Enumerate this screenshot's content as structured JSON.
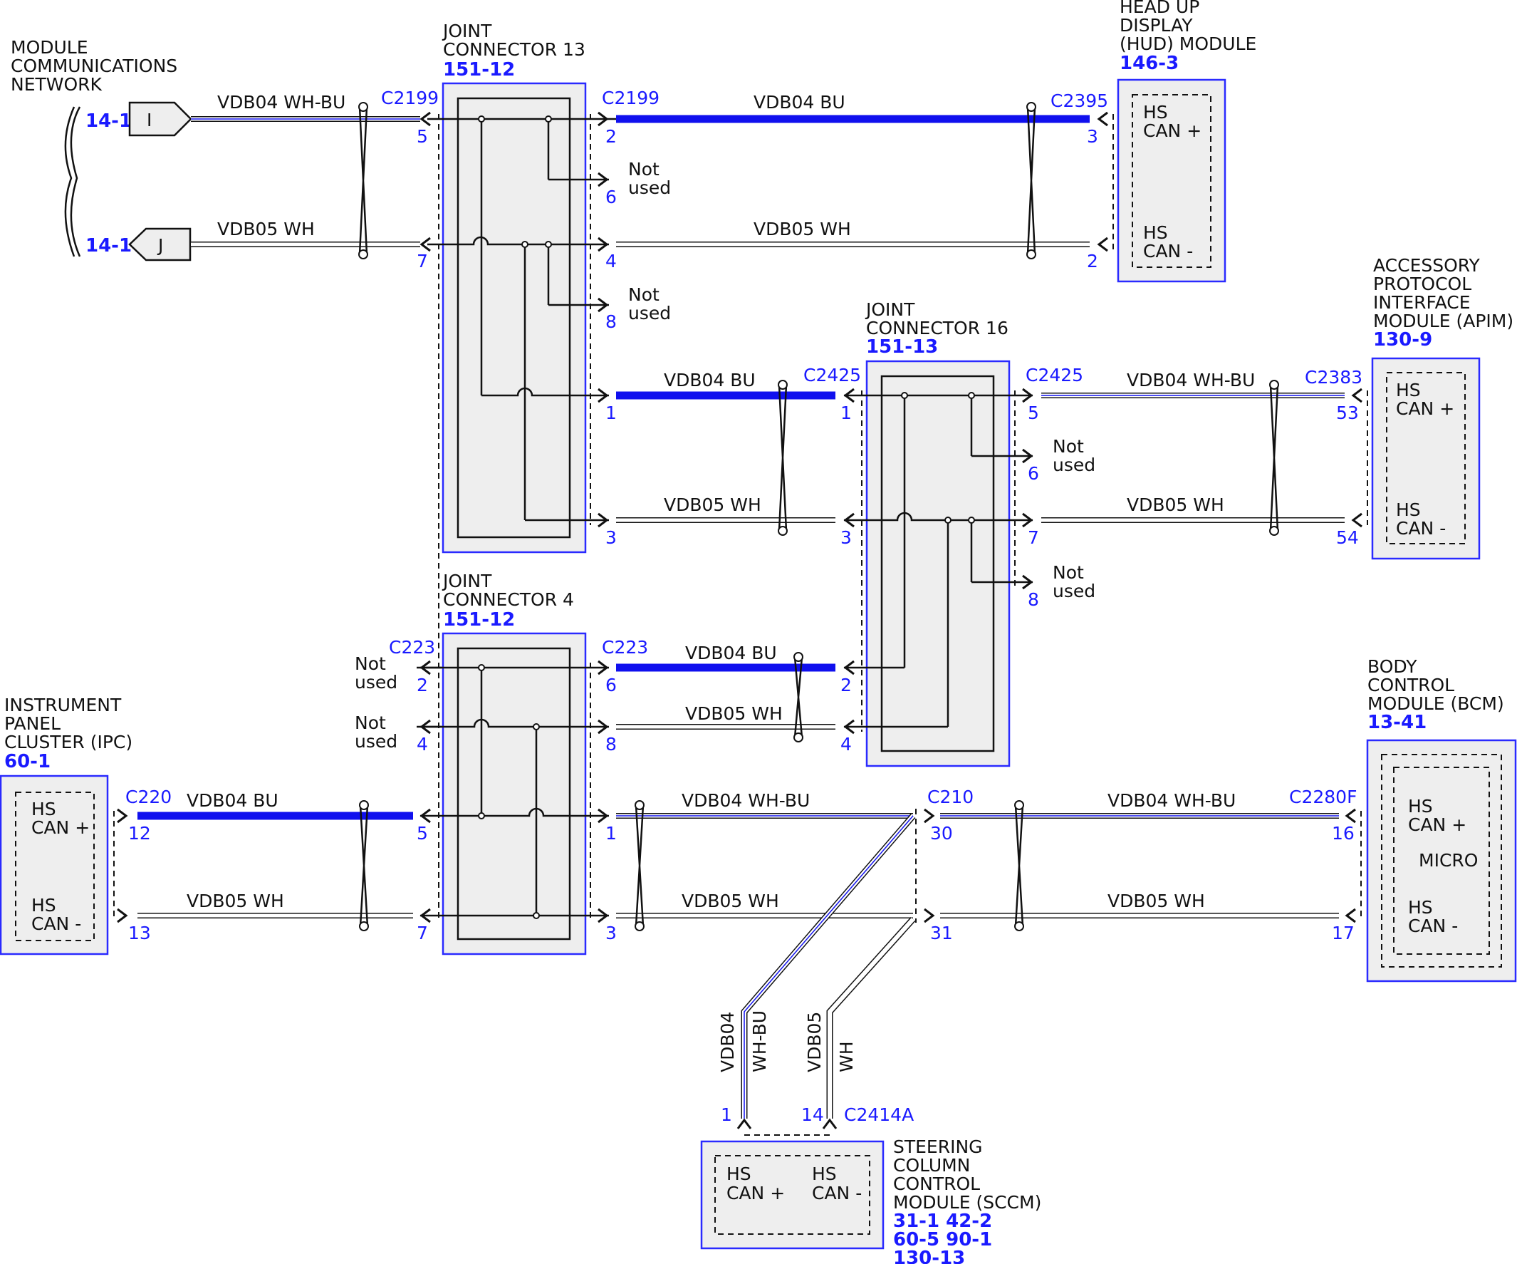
{
  "modules": {
    "mcn": {
      "title": [
        "MODULE",
        "COMMUNICATIONS",
        "NETWORK"
      ],
      "refs": [
        "14-1",
        "14-1"
      ],
      "tag_i": "I",
      "tag_j": "J"
    },
    "jc13": {
      "title": [
        "JOINT",
        "CONNECTOR 13"
      ],
      "ref": "151-12"
    },
    "jc16": {
      "title": [
        "JOINT",
        "CONNECTOR 16"
      ],
      "ref": "151-13"
    },
    "jc4": {
      "title": [
        "JOINT",
        "CONNECTOR 4"
      ],
      "ref": "151-12"
    },
    "hud": {
      "title": [
        "HEAD UP",
        "DISPLAY",
        "(HUD) MODULE"
      ],
      "ref": "146-3",
      "pins": [
        [
          "HS",
          "CAN +"
        ],
        [
          "HS",
          "CAN -"
        ]
      ]
    },
    "apim": {
      "title": [
        "ACCESSORY",
        "PROTOCOL",
        "INTERFACE",
        "MODULE (APIM)"
      ],
      "ref": "130-9",
      "pins": [
        [
          "HS",
          "CAN +"
        ],
        [
          "HS",
          "CAN -"
        ]
      ]
    },
    "ipc": {
      "title": [
        "INSTRUMENT",
        "PANEL",
        "CLUSTER (IPC)"
      ],
      "ref": "60-1",
      "pins": [
        [
          "HS",
          "CAN +"
        ],
        [
          "HS",
          "CAN -"
        ]
      ]
    },
    "bcm": {
      "title": [
        "BODY",
        "CONTROL",
        "MODULE (BCM)"
      ],
      "ref": "13-41",
      "pins": [
        [
          "HS",
          "CAN +"
        ],
        [
          "HS",
          "CAN -"
        ]
      ],
      "micro": "MICRO"
    },
    "sccm": {
      "title": [
        "STEERING",
        "COLUMN",
        "CONTROL",
        "MODULE (SCCM)"
      ],
      "refs": [
        "31-1  42-2",
        "60-5  90-1",
        "130-13"
      ],
      "pins": [
        [
          "HS",
          "CAN +"
        ],
        [
          "HS",
          "CAN -"
        ]
      ]
    }
  },
  "connectors": {
    "c2199": "C2199",
    "c2395": "C2395",
    "c2425": "C2425",
    "c2383": "C2383",
    "c223": "C223",
    "c220": "C220",
    "c210": "C210",
    "c2280f": "C2280F",
    "c2414a": "C2414A"
  },
  "wires": {
    "vdb04_whbu": "VDB04  WH-BU",
    "vdb04_bu": "VDB04  BU",
    "vdb05_wh": "VDB05  WH",
    "vdb04": "VDB04",
    "whbu": "WH-BU",
    "vdb05": "VDB05",
    "wh": "WH"
  },
  "not_used": [
    "Not",
    "used"
  ],
  "pins": {
    "c2199_left": [
      "5",
      "7"
    ],
    "c2199_right": [
      "2",
      "6",
      "4",
      "8",
      "1",
      "3"
    ],
    "c2395": [
      "3",
      "2"
    ],
    "c2425_left": [
      "1",
      "3"
    ],
    "c2425_right": [
      "5",
      "6",
      "7",
      "8"
    ],
    "c2383": [
      "53",
      "54"
    ],
    "c223_left": [
      "2",
      "4",
      "5",
      "7"
    ],
    "c223_right": [
      "6",
      "8",
      "1",
      "3"
    ],
    "jc16_bottom": [
      "2",
      "4"
    ],
    "c220": [
      "12",
      "13"
    ],
    "c210": [
      "30",
      "31"
    ],
    "c2280f": [
      "16",
      "17"
    ],
    "c2414a": [
      "1",
      "14"
    ]
  },
  "colors": {
    "accent": "#1a1aff",
    "wire_blue": "#1010ee",
    "box_fill": "#eeeeee"
  }
}
